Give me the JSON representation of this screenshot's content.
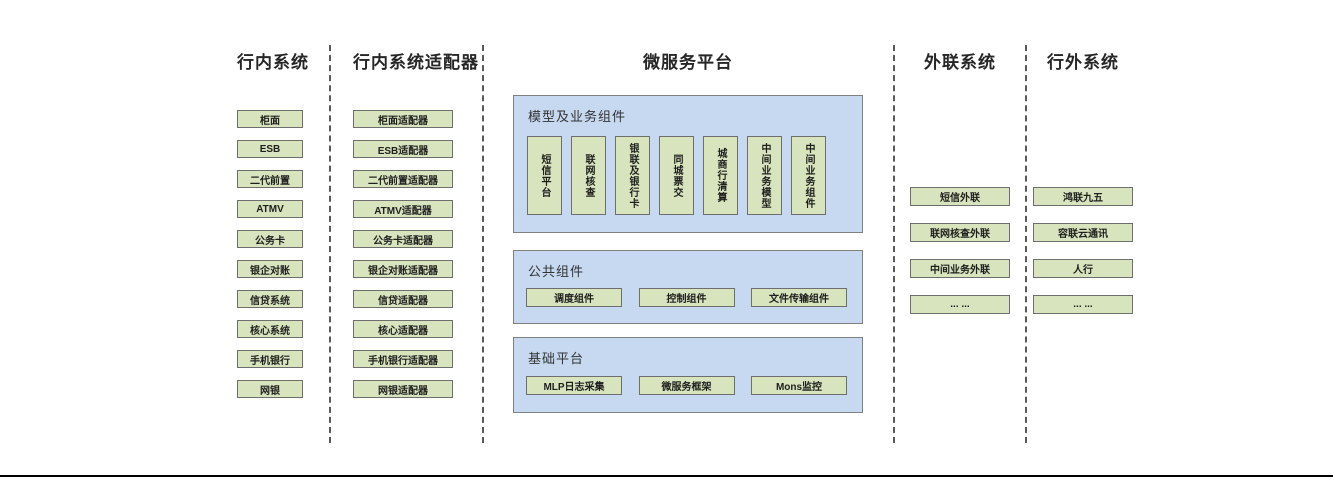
{
  "diagram": {
    "columns": [
      {
        "header": "行内系统",
        "items": [
          "柜面",
          "ESB",
          "二代前置",
          "ATMV",
          "公务卡",
          "银企对账",
          "信贷系统",
          "核心系统",
          "手机银行",
          "网银"
        ]
      },
      {
        "header": "行内系统适配器",
        "items": [
          "柜面适配器",
          "ESB适配器",
          "二代前置适配器",
          "ATMV适配器",
          "公务卡适配器",
          "银企对账适配器",
          "信贷适配器",
          "核心适配器",
          "手机银行适配器",
          "网银适配器"
        ]
      }
    ],
    "platform": {
      "header": "微服务平台",
      "sections": [
        {
          "label": "模型及业务组件",
          "items": [
            "短信平台",
            "联网核查",
            "银联及银行卡",
            "同城票交",
            "城商行清算",
            "中间业务模型",
            "中间业务组件"
          ]
        },
        {
          "label": "公共组件",
          "items": [
            "调度组件",
            "控制组件",
            "文件传输组件"
          ]
        },
        {
          "label": "基础平台",
          "items": [
            "MLP日志采集",
            "微服务框架",
            "Mons监控"
          ]
        }
      ]
    },
    "external_column": {
      "header": "外联系统",
      "items": [
        "短信外联",
        "联网核查外联",
        "中间业务外联",
        "... ..."
      ]
    },
    "outside_column": {
      "header": "行外系统",
      "items": [
        "鸿联九五",
        "容联云通讯",
        "人行",
        "... ..."
      ]
    }
  },
  "colors": {
    "box-fill": "#d7e4bd",
    "box-border": "#6e6e6e",
    "panel-fill": "#c6d9f0",
    "panel-border": "#808080",
    "separator": "#595959",
    "text": "#1f1f1f",
    "bottom-rule": "#000000"
  }
}
